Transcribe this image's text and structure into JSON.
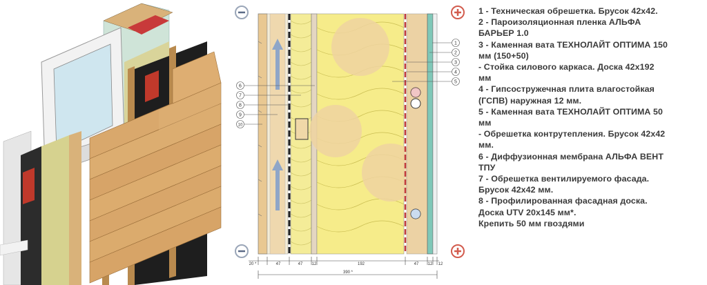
{
  "legend": {
    "lines": [
      "1 - Техническая обрешетка. Брусок 42х42.",
      "2 - Пароизоляционная пленка АЛЬФА",
      "БАРЬЕР 1.0",
      "3 - Каменная вата ТЕХНОЛАЙТ ОПТИМА 150",
      "мм (150+50)",
      "- Стойка силового каркаса. Доска 42х192",
      "мм",
      "4 - Гипсостружечная плита влагостойкая",
      "(ГСПВ) наружная 12 мм.",
      "5 - Каменная вата ТЕХНОЛАЙТ ОПТИМА 50",
      "мм",
      "- Обрешетка контрутепления. Брусок 42х42",
      "мм.",
      "6 - Диффузионная мембрана АЛЬФА ВЕНТ",
      "ТПУ",
      "7 - Обрешетка вентилируемого фасада.",
      "Брусок 42х42 мм.",
      "8 - Профилированная фасадная доска.",
      "Доска UTV 20х145 мм*.",
      "Крепить 50 мм гвоздями"
    ]
  },
  "section": {
    "minus_sign": "−",
    "plus_sign": "+",
    "callouts_right": [
      "1",
      "2",
      "3",
      "4",
      "5"
    ],
    "callouts_left": [
      "6",
      "7",
      "8",
      "9",
      "10"
    ],
    "dimensions": [
      "20 *",
      "47",
      "47",
      "12",
      "192",
      "47",
      "12",
      "12"
    ],
    "total": "390 *"
  },
  "colors": {
    "wood": "#e8c48c",
    "insulation": "#f6ec8a",
    "stone_wool": "#d8d49a",
    "membrane": "#2a2a2a",
    "vapor_film": "#d04040",
    "gypsum_board": "#7fc8b8",
    "cold_side": "#9aa6b8",
    "warm_side": "#d25b4d"
  },
  "icons": [
    "cold-side-minus-icon",
    "warm-side-plus-icon",
    "air-flow-arrow-icon"
  ]
}
